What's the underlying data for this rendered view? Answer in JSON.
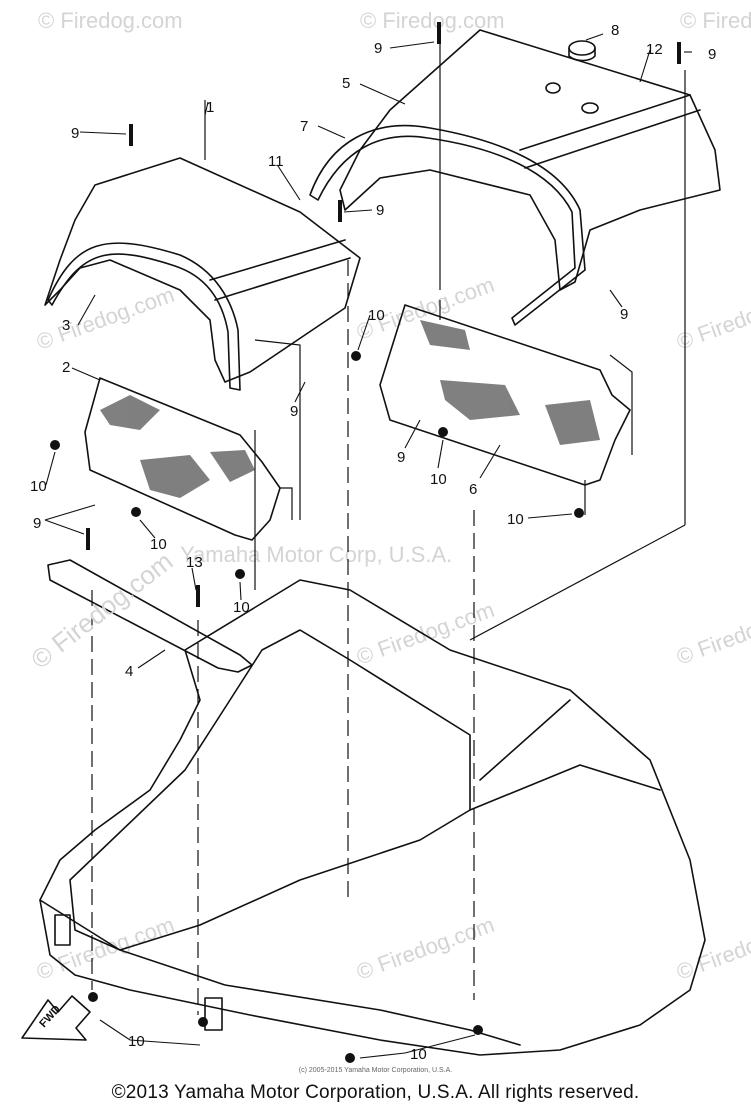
{
  "watermarks": {
    "site": "© Firedog.com",
    "site_short": "Firedog.com",
    "center": "Yamaha Motor Corp, U.S.A."
  },
  "callouts": [
    "1",
    "2",
    "3",
    "4",
    "5",
    "6",
    "7",
    "8",
    "9",
    "10",
    "11",
    "12",
    "13"
  ],
  "fwd_label": "FWD",
  "footer": {
    "small": "(c) 2005-2015 Yamaha Motor Corporation, U.S.A.",
    "main": "©2013 Yamaha Motor Corporation, U.S.A. All rights reserved."
  }
}
